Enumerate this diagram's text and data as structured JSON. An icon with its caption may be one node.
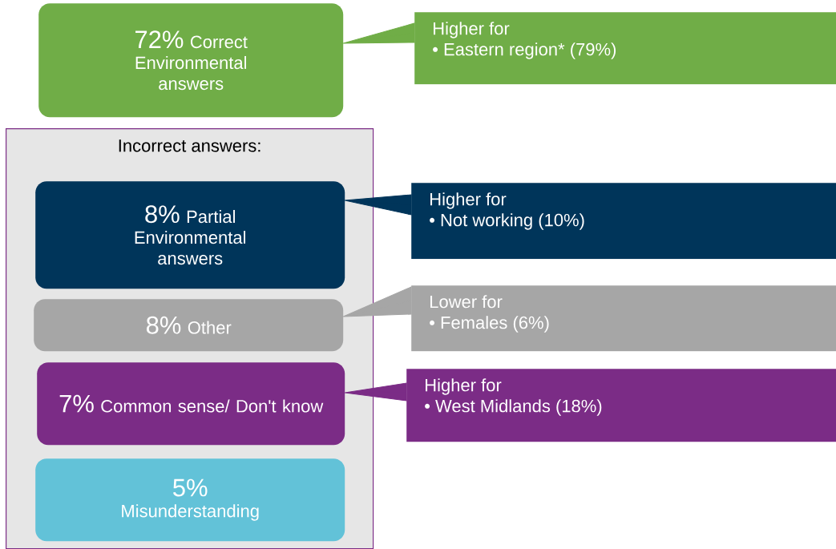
{
  "diagram": {
    "nodes": [
      {
        "text": [
          "72%",
          "Correct Environmental answers"
        ]
      },
      {
        "text": [
          "Higher for",
          "• Eastern region* (79%)"
        ]
      },
      {
        "text": [
          "Incorrect answers:"
        ]
      },
      {
        "text": [
          "8%",
          "Partial Environmental answers"
        ],
        "in": 2
      },
      {
        "text": [
          "Higher for",
          "• Not working (10%)"
        ]
      },
      {
        "text": [
          "8%",
          "Other"
        ],
        "in": 2
      },
      {
        "text": [
          "Lower for",
          "• Females (6%)"
        ]
      },
      {
        "text": [
          "7%",
          "Common sense/ Don't know"
        ],
        "in": 2
      },
      {
        "text": [
          "Higher for",
          "• West Midlands (18%)"
        ]
      },
      {
        "text": [
          "5%",
          "Misunderstanding"
        ],
        "in": 2
      }
    ],
    "edges": [
      {
        "from": 0,
        "to": 1,
        "arrow": "none",
        "color": "#70ad47"
      },
      {
        "from": 3,
        "to": 4,
        "arrow": "none",
        "color": "#00355a"
      },
      {
        "from": 5,
        "to": 6,
        "arrow": "none",
        "color": "#a6a6a6"
      },
      {
        "from": 7,
        "to": 8,
        "arrow": "none",
        "color": "#7b2c86"
      }
    ]
  }
}
